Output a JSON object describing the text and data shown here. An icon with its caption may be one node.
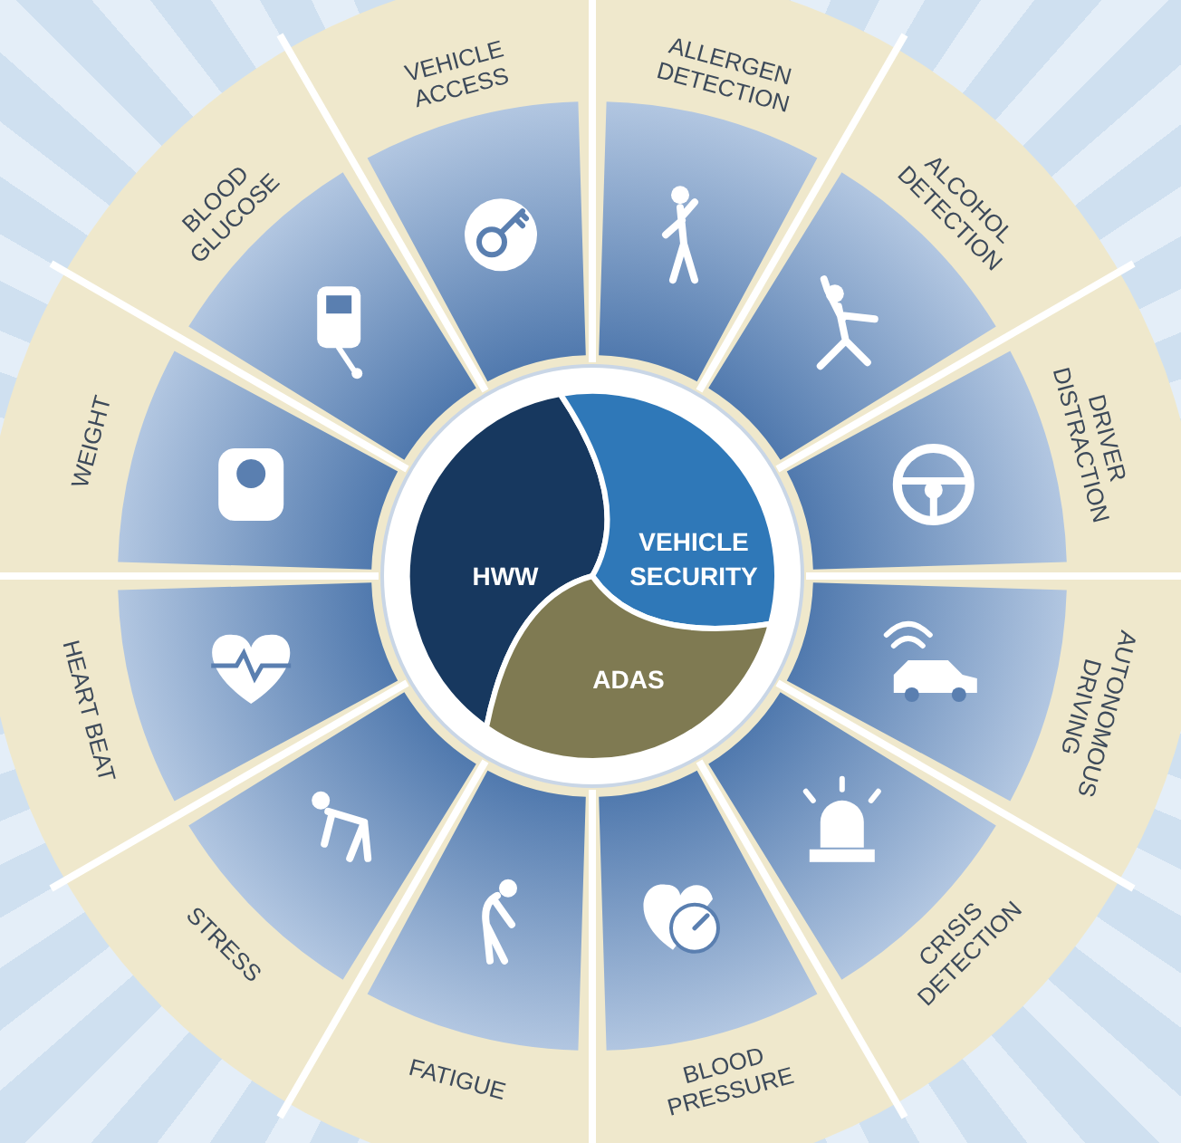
{
  "diagram": {
    "nodes": [
      {
        "text": [
          "VEHICLE ACCESS"
        ]
      },
      {
        "text": [
          "ALLERGEN DETECTION"
        ]
      },
      {
        "text": [
          "ALCOHOL DETECTION"
        ]
      },
      {
        "text": [
          "DRIVER DISTRACTION"
        ]
      },
      {
        "text": [
          "AUTONOMOUS DRIVING"
        ]
      },
      {
        "text": [
          "CRISIS DETECTION"
        ]
      },
      {
        "text": [
          "BLOOD PRESSURE"
        ]
      },
      {
        "text": [
          "FATIGUE"
        ]
      },
      {
        "text": [
          "STRESS"
        ]
      },
      {
        "text": [
          "HEART BEAT"
        ]
      },
      {
        "text": [
          "WEIGHT"
        ]
      },
      {
        "text": [
          "BLOOD GLUCOSE"
        ]
      },
      {
        "text": [
          "HWW"
        ]
      },
      {
        "text": [
          "VEHICLE SECURITY"
        ]
      },
      {
        "text": [
          "ADAS"
        ]
      }
    ],
    "edges": []
  }
}
